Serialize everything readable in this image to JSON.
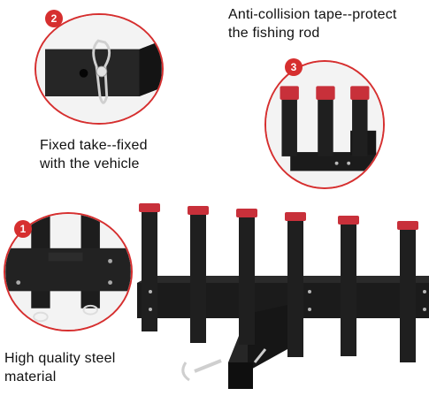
{
  "callouts": {
    "tape": {
      "number": "3",
      "caption_line1": "Anti-collision tape--protect",
      "caption_line2": "the fishing rod"
    },
    "fixed": {
      "number": "2",
      "caption_line1": "Fixed take--fixed",
      "caption_line2": "with the vehicle"
    },
    "steel": {
      "number": "1",
      "caption_line1": "High quality steel",
      "caption_line2": "material"
    }
  },
  "colors": {
    "accent": "#d62f2f",
    "steel": "#1c1c1c",
    "tape": "#c8303a"
  }
}
